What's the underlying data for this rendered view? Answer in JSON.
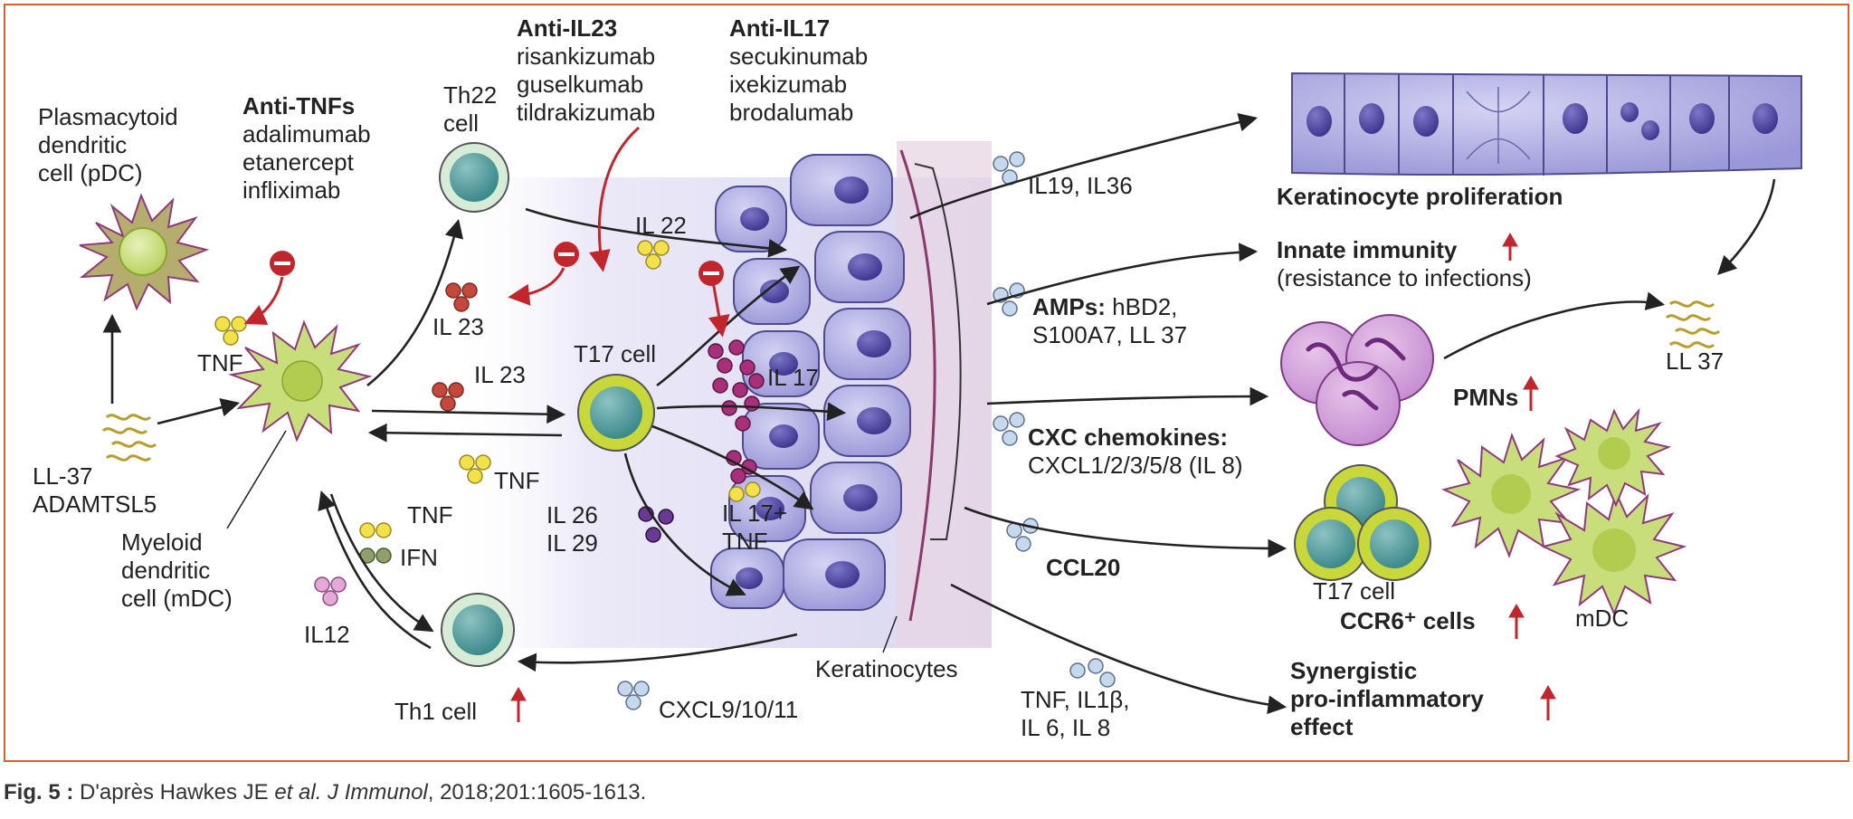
{
  "drug_groups": {
    "anti_tnf": {
      "title": "Anti-TNFs",
      "drugs": [
        "adalimumab",
        "etanercept",
        "infliximab"
      ]
    },
    "anti_il23": {
      "title": "Anti-IL23",
      "drugs": [
        "risankizumab",
        "guselkumab",
        "tildrakizumab"
      ]
    },
    "anti_il17": {
      "title": "Anti-IL17",
      "drugs": [
        "secukinumab",
        "ixekizumab",
        "brodalumab"
      ]
    }
  },
  "cells": {
    "pdc": [
      "Plasmacytoid",
      "dendritic",
      "cell (pDC)"
    ],
    "mdc": [
      "Myeloid",
      "dendritic",
      "cell (mDC)"
    ],
    "th22": [
      "Th22",
      "cell"
    ],
    "t17": "T17 cell",
    "th1": "Th1 cell",
    "keratinocytes": "Keratinocytes",
    "t17_right": "T17 cell",
    "mdc_right": "mDC"
  },
  "triggers": [
    "LL-37",
    "ADAMTSL5"
  ],
  "mediators": {
    "tnf_pdc": "TNF",
    "il23_top": "IL 23",
    "il23_mid": "IL 23",
    "tnf_mid": "TNF",
    "il22": "IL 22",
    "il17": "IL 17",
    "il17_tnf": [
      "IL 17+",
      "TNF"
    ],
    "il26_29": [
      "IL 26",
      "IL 29"
    ],
    "tnf_low": "TNF",
    "ifn": "IFN",
    "il12": "IL12",
    "cxcl9": "CXCL9/10/11"
  },
  "outputs": {
    "il19": "IL19, IL36",
    "amps_bold": "AMPs:",
    "amps_rest": "hBD2,",
    "amps_line2": "S100A7, LL 37",
    "cxc_bold": "CXC chemokines:",
    "cxc_line2": "CXCL1/2/3/5/8 (IL 8)",
    "ccl20": "CCL20",
    "tnf_il": [
      "TNF, IL1β,",
      "IL 6, IL 8"
    ]
  },
  "effects": {
    "proliferation": "Keratinocyte proliferation",
    "innate": "Innate immunity",
    "innate_sub": "(resistance to infections)",
    "ll37": "LL 37",
    "pmns": "PMNs",
    "ccr6": "CCR6⁺ cells",
    "synergy": [
      "Synergistic",
      "pro-inflammatory",
      "effect"
    ]
  },
  "caption": {
    "fig": "Fig. 5 :",
    "text1": " D'après Hawkes JE ",
    "etal": "et al.",
    "text2": " ",
    "journal": "J Immunol",
    "text3": ", 2018;201:1605-1613."
  },
  "colors": {
    "border": "#d9622b",
    "inhibit_red": "#c0262b",
    "il23_dot": "#c4493c",
    "il17_dot": "#a8307a",
    "tnf_dot": "#f2e14a",
    "blue_dot": "#c6d8ee",
    "cell_green": "#c8de7a",
    "keratinocyte": "#aaa8df"
  }
}
